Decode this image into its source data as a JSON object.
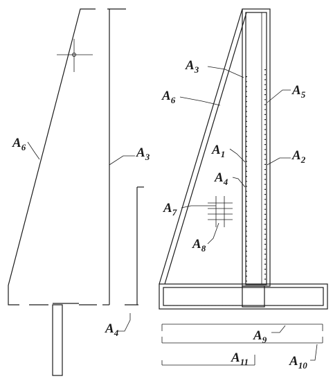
{
  "labels": {
    "a6_left": {
      "main": "A",
      "sub": "6"
    },
    "a3_left": {
      "main": "A",
      "sub": "3"
    },
    "a4_left": {
      "main": "A",
      "sub": "4"
    },
    "a3_right": {
      "main": "A",
      "sub": "3"
    },
    "a6_right": {
      "main": "A",
      "sub": "6"
    },
    "a5": {
      "main": "A",
      "sub": "5"
    },
    "a1": {
      "main": "A",
      "sub": "1"
    },
    "a2": {
      "main": "A",
      "sub": "2"
    },
    "a4_right": {
      "main": "A",
      "sub": "4"
    },
    "a7": {
      "main": "A",
      "sub": "7"
    },
    "a8": {
      "main": "A",
      "sub": "8"
    },
    "a9": {
      "main": "A",
      "sub": "9"
    },
    "a11": {
      "main": "A",
      "sub": "11"
    },
    "a10": {
      "main": "A",
      "sub": "10"
    }
  }
}
